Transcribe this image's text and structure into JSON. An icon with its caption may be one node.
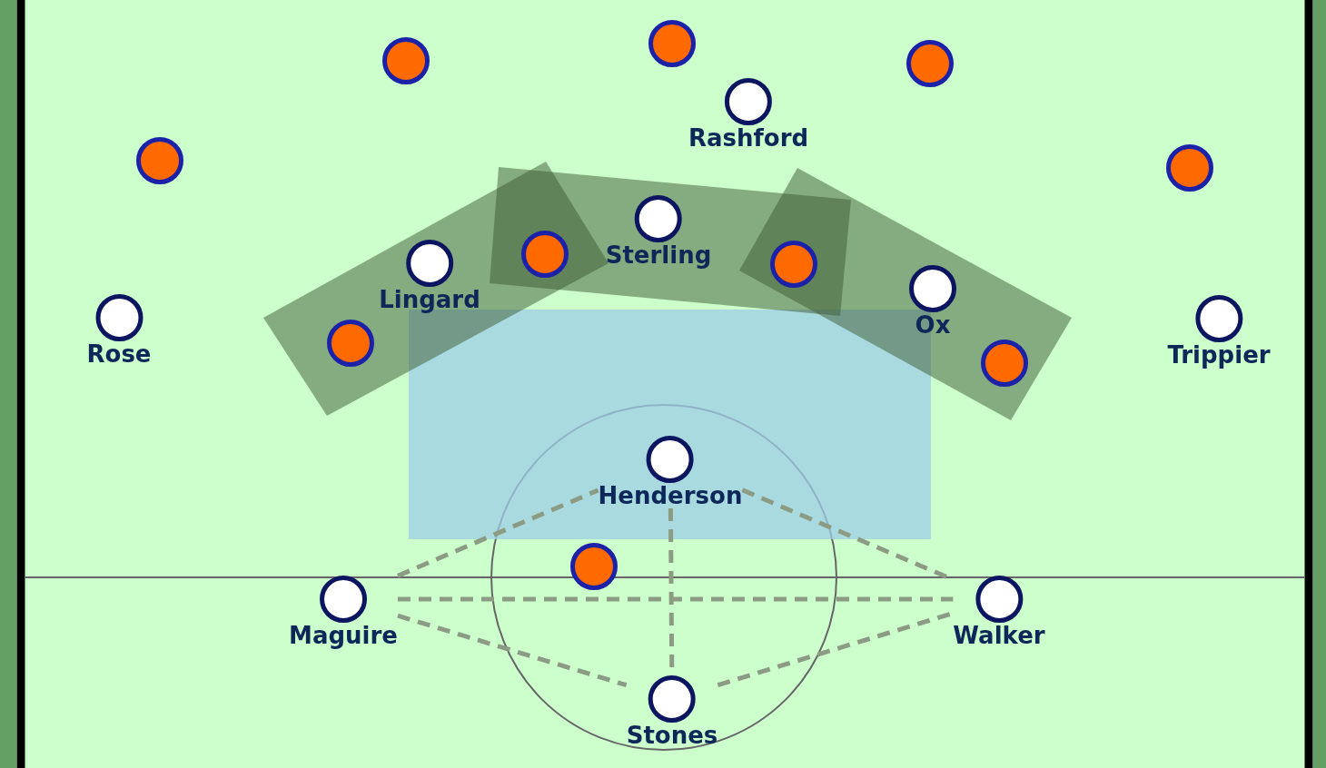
{
  "diagram": {
    "nodes": [
      {
        "text": [],
        "shape": "circle"
      },
      {
        "text": [],
        "shape": "circle"
      },
      {
        "text": [],
        "shape": "circle"
      },
      {
        "text": [
          "Rashford"
        ]
      },
      {
        "text": [],
        "shape": "circle"
      },
      {
        "text": [],
        "shape": "circle"
      },
      {
        "text": [
          "Sterling"
        ]
      },
      {
        "text": [],
        "shape": "circle"
      },
      {
        "text": [
          "Lingard"
        ]
      },
      {
        "text": [],
        "shape": "circle"
      },
      {
        "text": [
          "Ox"
        ]
      },
      {
        "text": [
          "Rose"
        ]
      },
      {
        "text": [
          "Trippier"
        ]
      },
      {
        "text": [],
        "shape": "circle"
      },
      {
        "text": [],
        "shape": "circle"
      },
      {
        "text": [
          "Henderson"
        ]
      },
      {
        "text": [],
        "shape": "circle"
      },
      {
        "text": [
          "Maguire"
        ]
      },
      {
        "text": [
          "Walker"
        ]
      },
      {
        "text": [
          "Stones"
        ]
      }
    ],
    "edges": [
      {
        "from": 17,
        "to": 15,
        "arrow": "none",
        "style": "dashed"
      },
      {
        "from": 15,
        "to": 18,
        "arrow": "none",
        "style": "dashed"
      },
      {
        "from": 15,
        "to": 19,
        "arrow": "none",
        "style": "dashed"
      },
      {
        "from": 17,
        "to": 18,
        "arrow": "none",
        "style": "dashed"
      },
      {
        "from": 17,
        "to": 19,
        "arrow": "none",
        "style": "dashed"
      },
      {
        "from": 19,
        "to": 18,
        "arrow": "none",
        "style": "dashed"
      }
    ]
  }
}
